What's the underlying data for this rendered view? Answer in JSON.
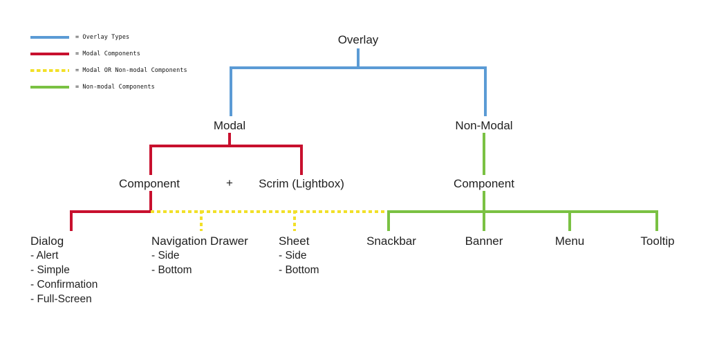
{
  "colors": {
    "overlay_types": "#5b9bd5",
    "modal": "#c8102e",
    "modal_or_nonmodal": "#f2e029",
    "non_modal": "#7ac143",
    "text": "#1f1f1f",
    "background": "#ffffff"
  },
  "legend": {
    "items": [
      {
        "label": "= Overlay Types",
        "color_key": "overlay_types",
        "style": "solid"
      },
      {
        "label": "= Modal Components",
        "color_key": "modal",
        "style": "solid"
      },
      {
        "label": "= Modal OR Non-modal Components",
        "color_key": "modal_or_nonmodal",
        "style": "dashed"
      },
      {
        "label": "= Non-modal Components",
        "color_key": "non_modal",
        "style": "solid"
      }
    ]
  },
  "diagram": {
    "root": "Overlay",
    "level1": {
      "modal": "Modal",
      "non_modal": "Non-Modal"
    },
    "level2": {
      "modal_component": "Component",
      "operator": "+",
      "scrim": "Scrim (Lightbox)",
      "non_modal_component": "Component"
    },
    "leaves": [
      {
        "title": "Dialog",
        "sub": [
          "- Alert",
          "- Simple",
          "- Confirmation",
          "- Full-Screen"
        ],
        "branch": "modal"
      },
      {
        "title": "Navigation Drawer",
        "sub": [
          "- Side",
          "- Bottom"
        ],
        "branch": "modal_or_nonmodal"
      },
      {
        "title": "Sheet",
        "sub": [
          "- Side",
          "- Bottom"
        ],
        "branch": "modal_or_nonmodal"
      },
      {
        "title": "Snackbar",
        "sub": [],
        "branch": "non_modal"
      },
      {
        "title": "Banner",
        "sub": [],
        "branch": "non_modal"
      },
      {
        "title": "Menu",
        "sub": [],
        "branch": "non_modal"
      },
      {
        "title": "Tooltip",
        "sub": [],
        "branch": "non_modal"
      }
    ]
  }
}
